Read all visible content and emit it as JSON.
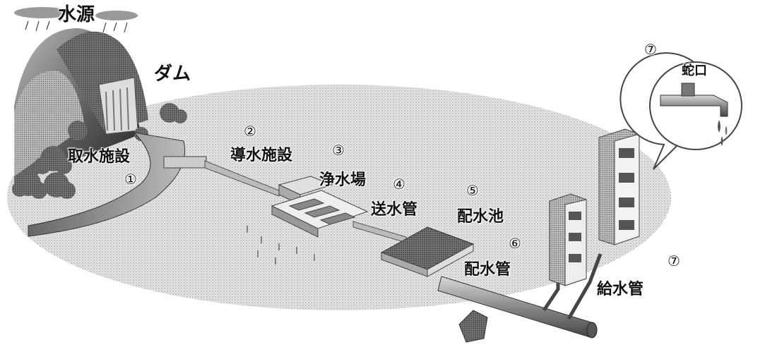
{
  "labels": {
    "water_source": "水源",
    "dam": "ダム",
    "intake": "取水施設",
    "intake_num": "①",
    "conveyance": "導水施設",
    "conveyance_num": "②",
    "purification": "浄水場",
    "purification_num": "③",
    "transmission": "送水管",
    "transmission_num": "④",
    "reservoir": "配水池",
    "reservoir_num": "⑤",
    "distribution": "配水管",
    "distribution_num": "⑥",
    "service_pipe": "給水管",
    "service_pipe_num": "⑦",
    "faucet": "蛇口",
    "faucet_num": "⑦"
  }
}
